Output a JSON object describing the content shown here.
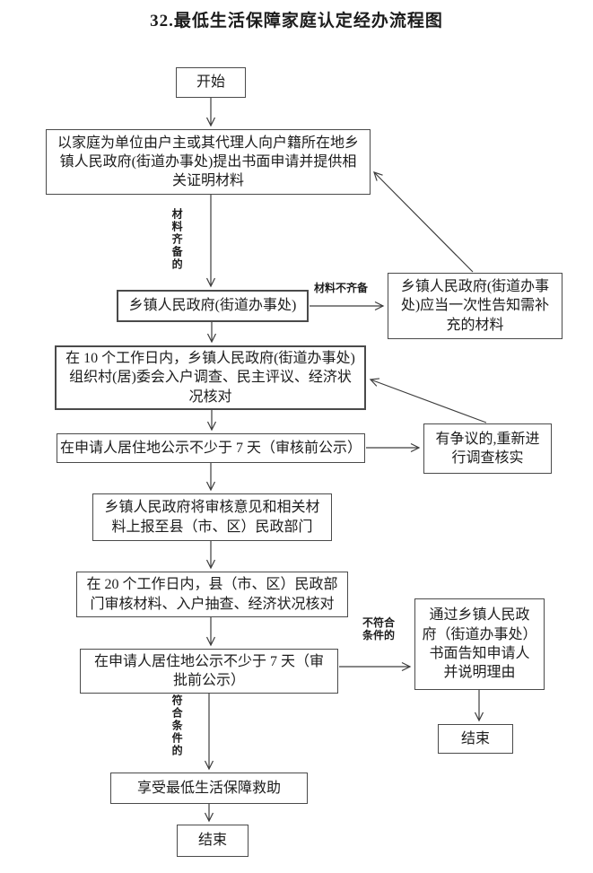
{
  "title": "32.最低生活保障家庭认定经办流程图",
  "nodes": {
    "start": {
      "label": "开始"
    },
    "apply": {
      "label": "以家庭为单位由户主或其代理人向户籍所在地乡\n镇人民政府(街道办事处)提出书面申请并提供相\n关证明材料"
    },
    "township": {
      "label": "乡镇人民政府(街道办事处)"
    },
    "notify_supplement": {
      "label": "乡镇人民政府(街道办事\n处)应当一次性告知需补\n充的材料"
    },
    "investigate": {
      "label": "在 10 个工作日内，乡镇人民政府(街道办事处)\n组织村(居)委会入户调查、民主评议、经济状\n况核对"
    },
    "publicity_review": {
      "label": "在申请人居住地公示不少于 7 天（审核前公示）"
    },
    "dispute": {
      "label": "有争议的,重新进\n行调查核实"
    },
    "report": {
      "label": "乡镇人民政府将审核意见和相关材\n料上报至县（市、区）民政部门"
    },
    "county_review": {
      "label": "在 20 个工作日内，县（市、区）民政部\n门审核材料、入户抽查、经济状况核对"
    },
    "publicity_approval": {
      "label": "在申请人居住地公示不少于 7 天（审\n批前公示）"
    },
    "notify_reject": {
      "label": "通过乡镇人民政\n府（街道办事处）\n书面告知申请人\n并说明理由"
    },
    "end_reject": {
      "label": "结束"
    },
    "receive": {
      "label": "享受最低生活保障救助"
    },
    "end_main": {
      "label": "结束"
    }
  },
  "edge_labels": {
    "materials_complete": "材料齐备的",
    "materials_incomplete": "材料不齐备",
    "not_eligible": "不符合\n条件的",
    "eligible": "符合条件的"
  },
  "colors": {
    "line": "#3d3d3d",
    "text": "#1c1c1c",
    "background": "#ffffff"
  }
}
